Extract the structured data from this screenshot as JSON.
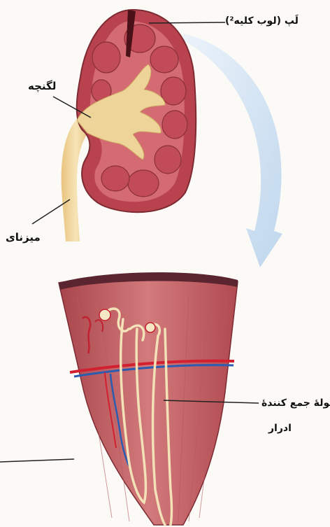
{
  "labels": {
    "lobe": "لَپ (لوب کلیه²)",
    "pelvis": "لگنچه",
    "ureter": "میزنای",
    "collecting_duct_line1": "لولهٔ جمع کنندهٔ",
    "collecting_duct_line2": "ادرار"
  },
  "colors": {
    "kidney_cortex": "#b8434f",
    "kidney_medulla": "#d46a72",
    "pelvis": "#efd49a",
    "ureter": "#f2dba6",
    "section_tissue": "#c9565e",
    "artery": "#d22030",
    "vein": "#2a5db0",
    "tubule": "#f3e2b8",
    "arrow": "#c7dcf0"
  }
}
